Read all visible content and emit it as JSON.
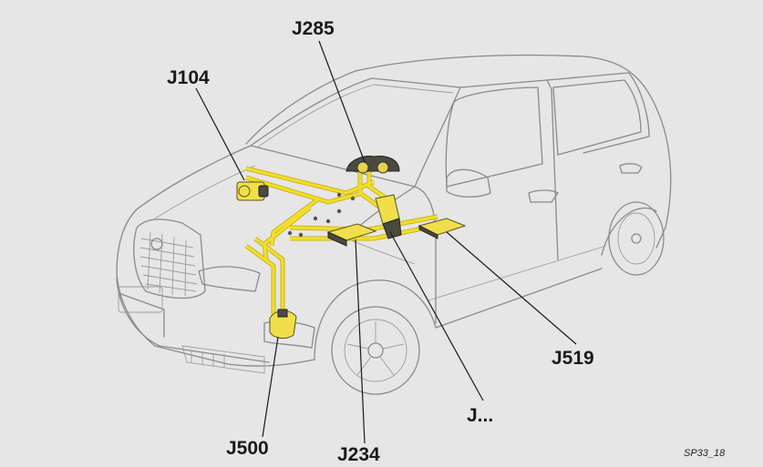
{
  "labels": {
    "j285": "J285",
    "j104": "J104",
    "j519": "J519",
    "j_trunc": "J...",
    "j500": "J500",
    "j234": "J234"
  },
  "figure_code": "SP33_18",
  "colors": {
    "background": "#e6e6e6",
    "wiring": "#f2de2a",
    "car_outline": "#8a8a8a",
    "label_text": "#1a1a1a"
  }
}
